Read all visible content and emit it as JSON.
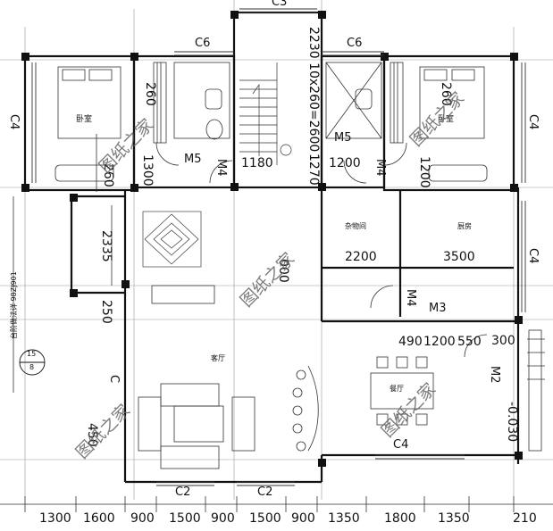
{
  "watermark": "图纸之家",
  "top_labels": {
    "c3": "C3",
    "c6_left": "C6",
    "c6_right": "C6",
    "vertical_dims": "2230 10x260=2600"
  },
  "rooms": {
    "bedroom_left": "卧室",
    "bedroom_right": "卧室",
    "storage": "杂物间",
    "kitchen": "厨房",
    "living": "客厅",
    "dining": "餐厅"
  },
  "windows": {
    "c4_left": "C4",
    "c4_right_top": "C4",
    "c4_right_mid": "C4",
    "c4_bottom": "C4",
    "c2_left": "C2",
    "c2_right": "C2",
    "c1_left": "C"
  },
  "doors": {
    "m5_left": "M5",
    "m4_left": "M4",
    "m5_right": "M5",
    "m4_right": "M4",
    "m4_mid": "M4",
    "m3": "M3",
    "m2": "M2"
  },
  "dimensions": {
    "d_260_left": "260",
    "d_1300": "1300",
    "d_260_left_b": "260",
    "d_1180": "1180",
    "d_1270": "1270",
    "d_1200": "1200",
    "d_260_right": "260",
    "d_1200_right": "1200",
    "d_2335": "2335",
    "d_250": "250",
    "d_2200": "2200",
    "d_3500": "3500",
    "d_000": "000",
    "d_490": "490",
    "d_1200_mid": "1200",
    "d_550": "550",
    "d_300": "300",
    "d_450": "450",
    "level": "-0.030"
  },
  "section_marker": {
    "number": "15",
    "sheet": "8"
  },
  "side_note": "台阶做法详 98ZJ901",
  "bottom_dims": [
    "1300",
    "1600",
    "900",
    "1500",
    "900",
    "1500",
    "900",
    "1350",
    "1800",
    "1350",
    "210"
  ]
}
